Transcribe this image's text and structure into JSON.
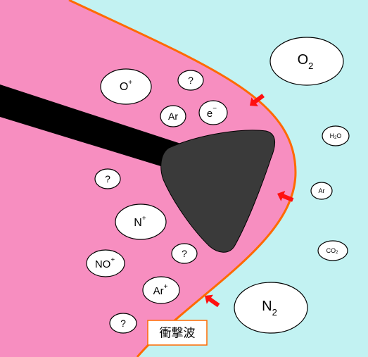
{
  "colors": {
    "plasma_region": "#f78ec0",
    "outside_air": "#c2f2f2",
    "shock_front": "#ff6a00",
    "body": "#3a3a3a",
    "flow_arrow": "#ff1010"
  },
  "inside_species": {
    "o_plus": "O",
    "o_plus_sup": "+",
    "q1": "?",
    "ar": "Ar",
    "e_minus": "e",
    "e_minus_sup": "−",
    "q2": "?",
    "n_plus": "N",
    "n_plus_sup": "+",
    "q3": "?",
    "no_plus": "NO",
    "no_plus_sup": "+",
    "ar_plus": "Ar",
    "ar_plus_sup": "+",
    "q4": "?"
  },
  "outside_species": {
    "o2": "O",
    "o2_sub": "2",
    "h2o_h": "H",
    "h2o_sub": "2",
    "h2o_o": "O",
    "ar": "Ar",
    "co2_co": "CO",
    "co2_sub": "2",
    "n2": "N",
    "n2_sub": "2"
  },
  "shock_label": "衝撃波"
}
